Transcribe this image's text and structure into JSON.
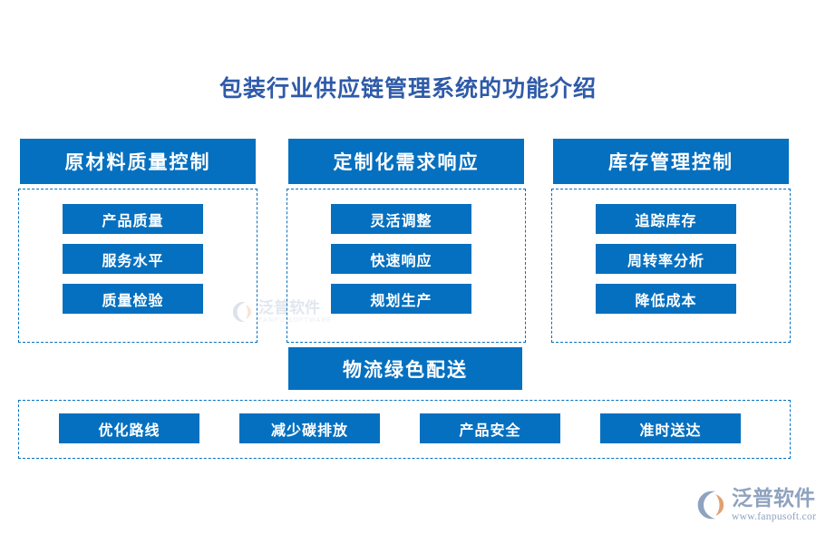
{
  "page": {
    "title": "包装行业供应链管理系统的功能介绍",
    "accent_color": "#0570c0",
    "title_color": "#2e5aa8"
  },
  "columns": [
    {
      "header": "原材料质量控制",
      "items": [
        "产品质量",
        "服务水平",
        "质量检验"
      ]
    },
    {
      "header": "定制化需求响应",
      "items": [
        "灵活调整",
        "快速响应",
        "规划生产"
      ]
    },
    {
      "header": "库存管理控制",
      "items": [
        "追踪库存",
        "周转率分析",
        "降低成本"
      ]
    }
  ],
  "bottom_section": {
    "header": "物流绿色配送",
    "items": [
      "优化路线",
      "减少碳排放",
      "产品安全",
      "准时送达"
    ]
  },
  "watermark": {
    "name_cn": "泛普软件",
    "name_en": "FANPU SOFTWARE"
  },
  "brand": {
    "name_cn": "泛普软件",
    "url": "www.fanpusoft.com"
  }
}
